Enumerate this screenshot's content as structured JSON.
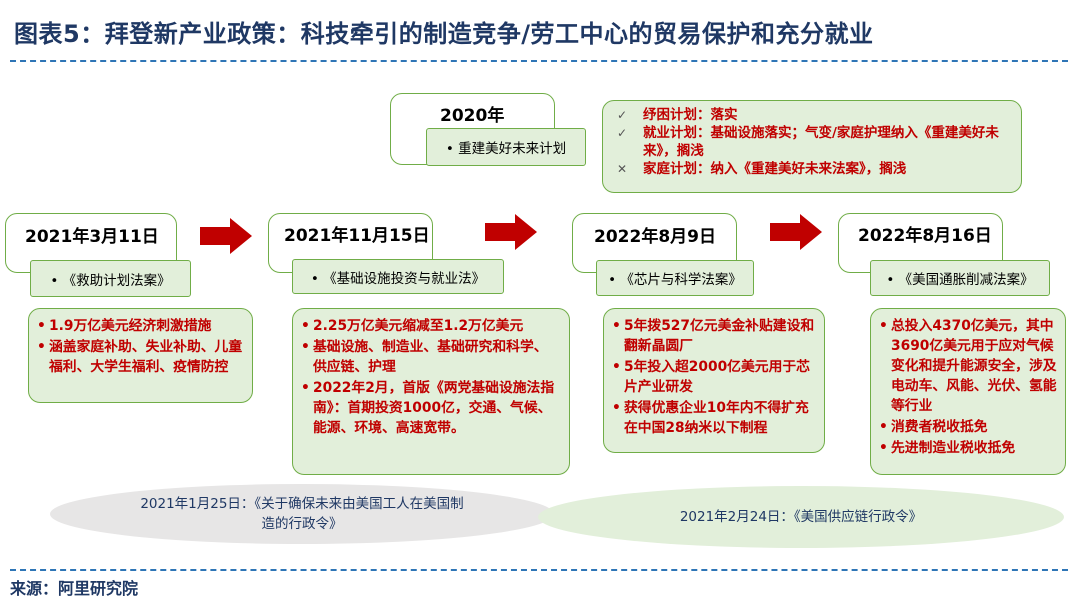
{
  "title": "图表5：拜登新产业政策：科技牵引的制造竞争/劳工中心的贸易保护和充分就业",
  "colors": {
    "accent_blue": "#1f3864",
    "dash_blue": "#2e75b6",
    "green_border": "#70ad47",
    "green_fill": "#e2efda",
    "red_text": "#c00000",
    "arrow_red": "#c00000"
  },
  "top_event": {
    "date": "2020年",
    "law": "• 重建美好未来计划"
  },
  "status": [
    {
      "mark_icon": "check-icon",
      "mark": "✓",
      "text": "纾困计划：落实"
    },
    {
      "mark_icon": "check-icon",
      "mark": "✓",
      "text": "就业计划：基础设施落实；气变/家庭护理纳入《重建美好未来》，搁浅"
    },
    {
      "mark_icon": "cross-icon",
      "mark": "✕",
      "text": "家庭计划：纳入《重建美好未来法案》，搁浅"
    }
  ],
  "timeline": [
    {
      "date": "2021年3月11日",
      "law": "• 《救助计划法案》",
      "points": [
        "1.9万亿美元经济刺激措施",
        "涵盖家庭补助、失业补助、儿童福利、大学生福利、疫情防控"
      ]
    },
    {
      "date": "2021年11月15日",
      "law": "• 《基础设施投资与就业法》",
      "points": [
        "2.25万亿美元缩减至1.2万亿美元",
        "基础设施、制造业、基础研究和科学、供应链、护理",
        "2022年2月，首版《两党基础设施法指南》：首期投资1000亿，交通、气候、能源、环境、高速宽带。"
      ]
    },
    {
      "date": "2022年8月9日",
      "law": "• 《芯片与科学法案》",
      "points": [
        "5年拨527亿元美金补贴建设和翻新晶圆厂",
        "5年投入超2000亿美元用于芯片产业研发",
        "获得优惠企业10年内不得扩充在中国28纳米以下制程"
      ]
    },
    {
      "date": "2022年8月16日",
      "law": "• 《美国通胀削减法案》",
      "points": [
        "总投入4370亿美元，其中3690亿美元用于应对气候变化和提升能源安全，涉及电动车、风能、光伏、氢能等行业",
        "消费者税收抵免",
        "先进制造业税收抵免"
      ]
    }
  ],
  "orders": [
    {
      "text": "2021年1月25日：《关于确保未来由美国工人在美国制造的行政令》"
    },
    {
      "text": "2021年2月24日：《美国供应链行政令》"
    }
  ],
  "source": "来源：阿里研究院"
}
